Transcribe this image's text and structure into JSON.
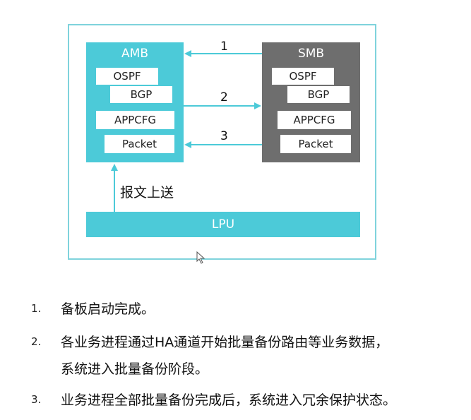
{
  "diagram": {
    "amb": {
      "title": "AMB",
      "modules": [
        "OSPF",
        "BGP",
        "APPCFG",
        "Packet"
      ]
    },
    "smb": {
      "title": "SMB",
      "modules": [
        "OSPF",
        "BGP",
        "APPCFG",
        "Packet"
      ]
    },
    "lpu": {
      "label": "LPU"
    },
    "arrows": [
      {
        "label": "1",
        "direction": "SMB->AMB"
      },
      {
        "label": "2",
        "direction": "AMB->SMB"
      },
      {
        "label": "3",
        "direction": "SMB->AMB"
      }
    ],
    "upload_label": "报文上送",
    "colors": {
      "primary_block": "#4ccad8",
      "secondary_block": "#6e6e6e",
      "frame": "#7fd3dc",
      "arrow": "#4ccad8"
    }
  },
  "steps": [
    {
      "num": "1.",
      "lines": [
        "备板启动完成。"
      ]
    },
    {
      "num": "2.",
      "lines": [
        "各业务进程通过HA通道开始批量备份路由等业务数据，",
        "系统进入批量备份阶段。"
      ]
    },
    {
      "num": "3.",
      "lines": [
        "业务进程全部批量备份完成后，系统进入冗余保护状态。"
      ]
    }
  ]
}
